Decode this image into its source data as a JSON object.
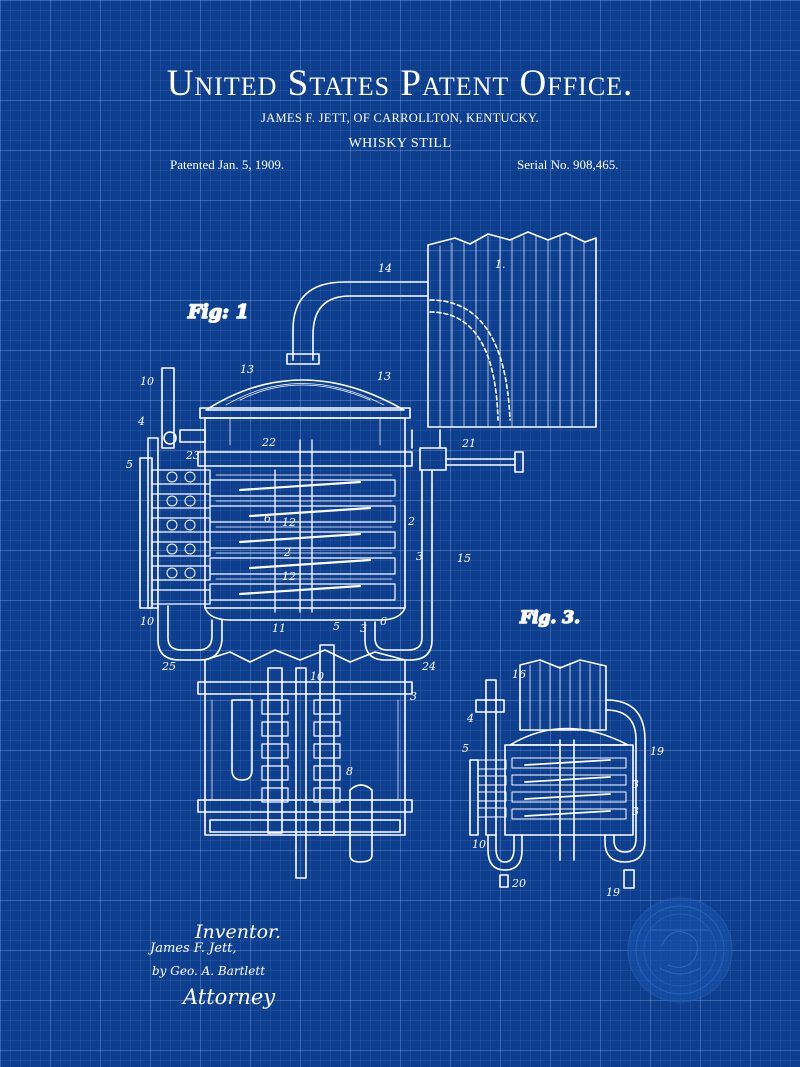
{
  "header": {
    "office": "United States Patent Office.",
    "inventor_line": "JAMES F. JETT, OF CARROLLTON, KENTUCKY.",
    "invention": "WHISKY STILL",
    "patented": "Patented  Jan. 5, 1909.",
    "serial": "Serial No.  908,465."
  },
  "figures": {
    "fig1": "Fig: 1",
    "fig3": "Fig. 3."
  },
  "signatures": {
    "inventor_label": "Inventor.",
    "inventor_name": "James F. Jett,",
    "by_attorney": "by Geo. A. Bartlett",
    "attorney_label": "Attorney"
  },
  "colors": {
    "background": "#0d3f8e",
    "ink": "#ffffff",
    "seal": "#1a56b0"
  }
}
